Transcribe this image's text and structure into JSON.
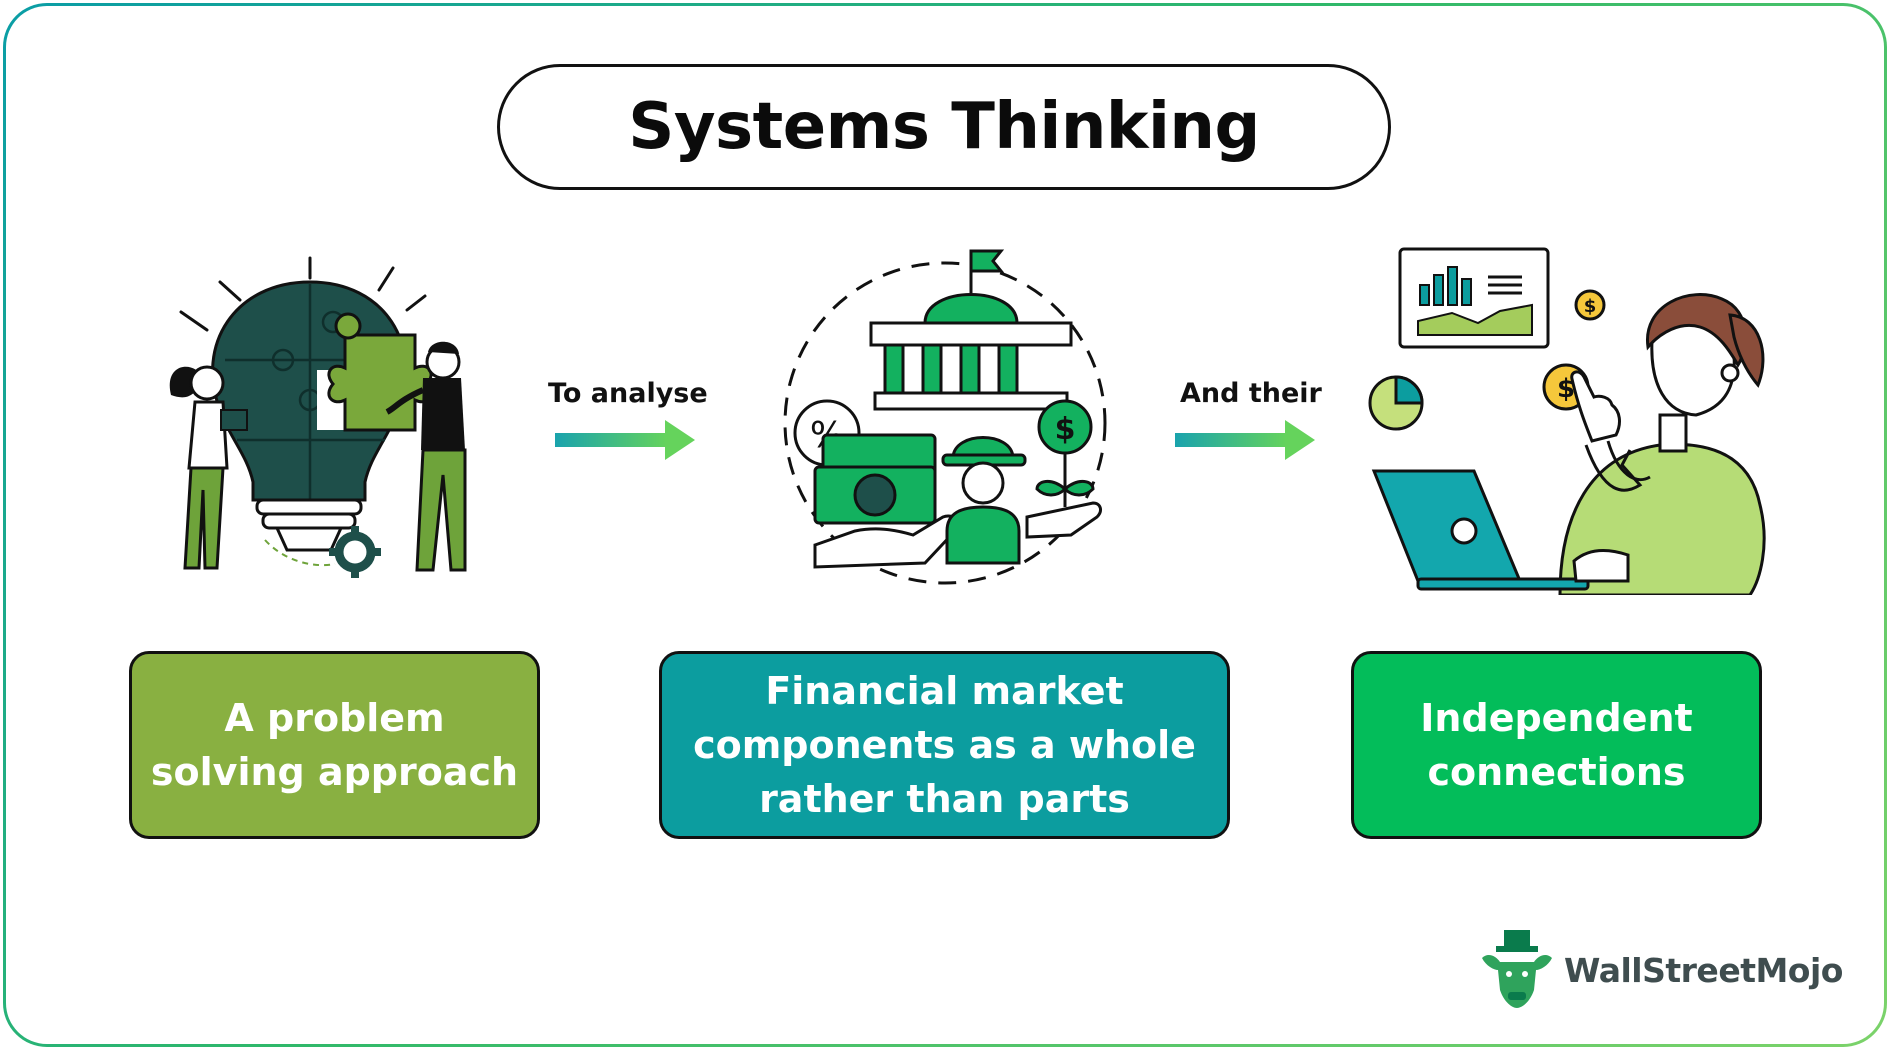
{
  "title": "Systems Thinking",
  "connectors": [
    {
      "label": "To analyse"
    },
    {
      "label": "And their"
    }
  ],
  "cards": [
    {
      "text": "A problem\nsolving approach",
      "color": "#89b041"
    },
    {
      "text": "Financial market\ncomponents as a whole\nrather than parts",
      "color": "#0c9d9f"
    },
    {
      "text": "Independent\nconnections",
      "color": "#03bd5a"
    }
  ],
  "illustrations": [
    {
      "icon": "puzzle-lightbulb-team-icon"
    },
    {
      "icon": "bank-finance-cycle-icon"
    },
    {
      "icon": "woman-analyst-laptop-icon"
    }
  ],
  "brand": {
    "name": "WallStreetMojo",
    "icon": "bull-logo-icon"
  },
  "colors": {
    "dark_teal": "#1e4f4a",
    "green": "#6ea33a",
    "teal": "#0c9d9f",
    "bright_green": "#03bd5a",
    "arrow_start": "#1aa3ad",
    "arrow_end": "#65d35c"
  }
}
